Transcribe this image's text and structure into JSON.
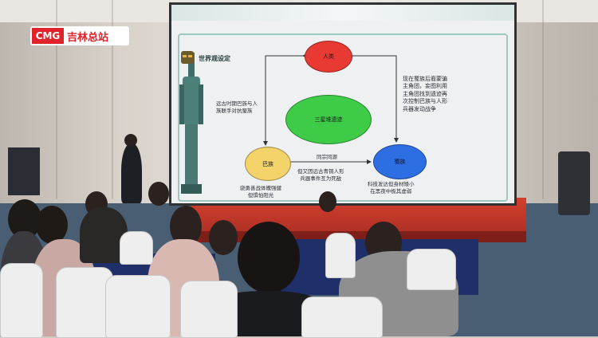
{
  "logo": {
    "brand": "CMG",
    "name": "吉林总站"
  },
  "slide": {
    "title": "世界观设定",
    "nodes": {
      "top": "人类",
      "center": "三星堆遗迹",
      "left": "巴族",
      "right": "蜀族"
    },
    "labels": {
      "left_edge": [
        "远古时期巴族与人",
        "族联手对抗蜀族"
      ],
      "right_edge": [
        "现在蜀族后裔蒙骗",
        "主角团，妄图利用",
        "主角团找到遗迹再",
        "次控制巴族与人形",
        "兵器发动战争"
      ],
      "bottom_edge_top": "同宗同源",
      "bottom_edge_bottom": [
        "但又因远古青铜人形",
        "兵器事件互为死敌"
      ],
      "under_left": [
        "骁勇善战体魄强健",
        "但惧怕阳光"
      ],
      "under_right": [
        "科技发达但身材矮小",
        "在黑夜中极其虚弱"
      ]
    }
  },
  "colors": {
    "red": "#e83a33",
    "green": "#3ecb48",
    "yellow": "#f4d46a",
    "blue": "#2e6ee3",
    "stage": "#c43a2c"
  }
}
